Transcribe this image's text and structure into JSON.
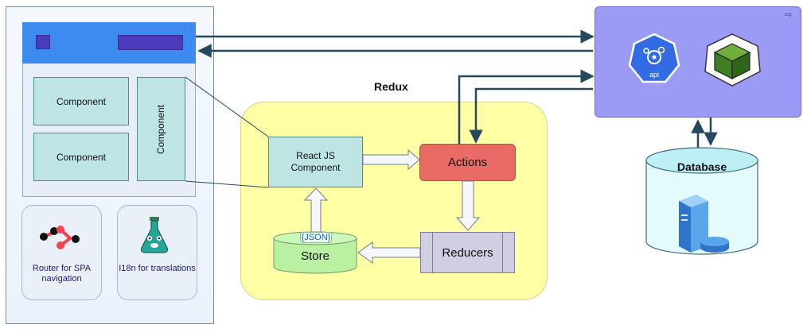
{
  "spa": {
    "components": [
      "Component",
      "Component",
      "Component"
    ],
    "libraries": [
      {
        "label": "Router for SPA navigation",
        "icon": "router-icon"
      },
      {
        "label": "I18n for translations",
        "icon": "flask-icon"
      }
    ]
  },
  "redux": {
    "title": "Redux",
    "react_component": "React JS Component",
    "actions": "Actions",
    "reducers": "Reducers",
    "store": "Store",
    "store_badge": "{JSON}"
  },
  "backend": {
    "api_label": "api",
    "icons": [
      "api-icon",
      "box-icon"
    ]
  },
  "database": {
    "label": "Database",
    "icon": "server-icon"
  },
  "colors": {
    "arrow": "#25485e",
    "header_blue": "#3d8bf0",
    "backend_purple": "#9b9bf5",
    "redux_yellow": "#ffffa6",
    "actions_red": "#ea6b66"
  }
}
